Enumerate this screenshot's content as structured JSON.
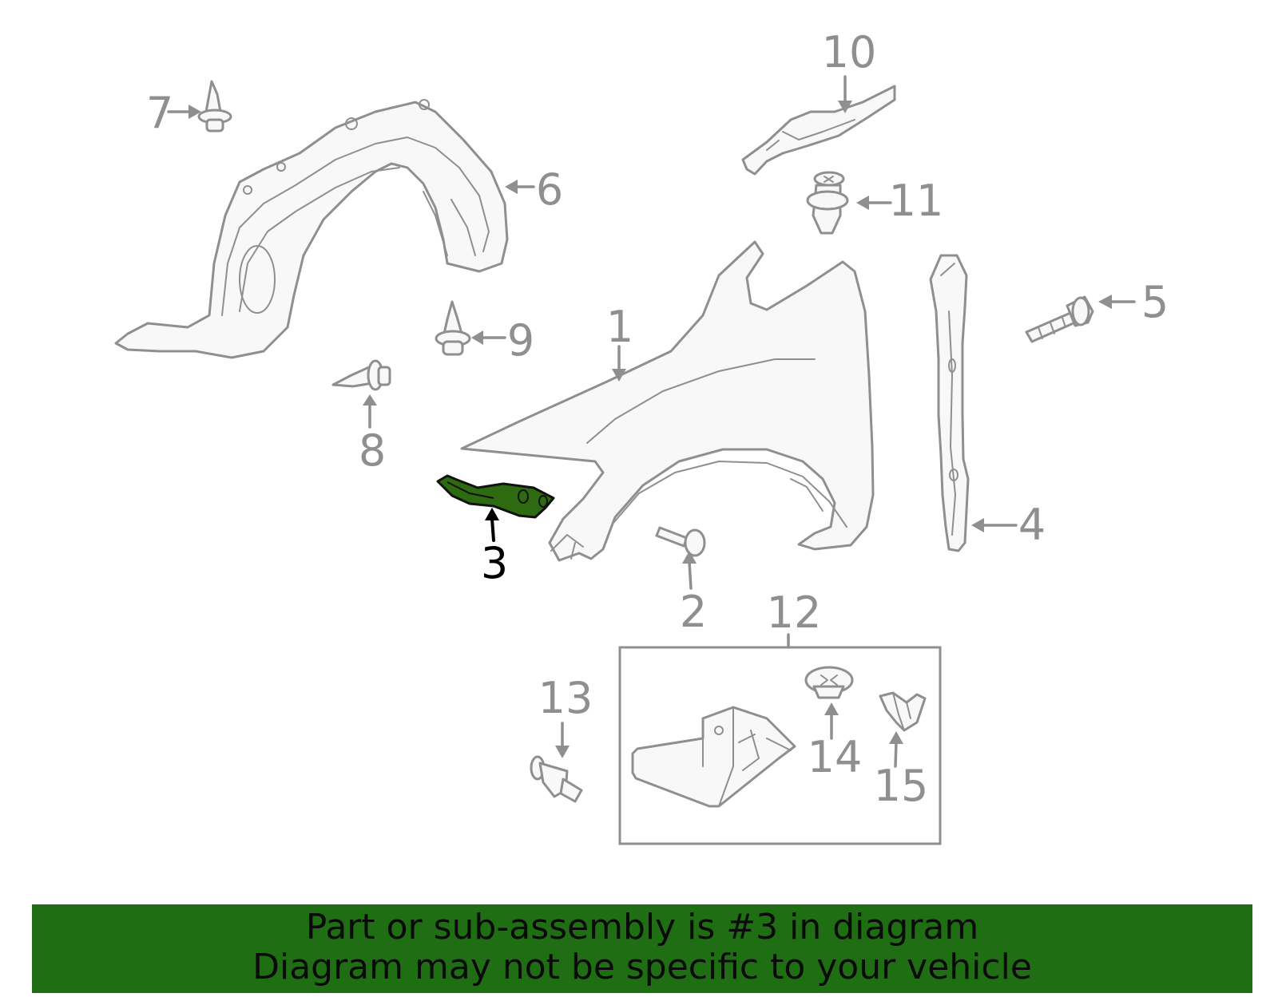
{
  "diagram": {
    "callouts": [
      "1",
      "2",
      "3",
      "4",
      "5",
      "6",
      "7",
      "8",
      "9",
      "10",
      "11",
      "12",
      "13",
      "14",
      "15"
    ],
    "highlighted_part": "3"
  },
  "banner": {
    "line1": "Part or sub-assembly is #3 in diagram",
    "line2": "Diagram may not be specific to your vehicle",
    "background_color": "#1f6e13"
  },
  "colors": {
    "line_art": "#8f8f8f",
    "highlight_fill": "#2e6b10"
  }
}
